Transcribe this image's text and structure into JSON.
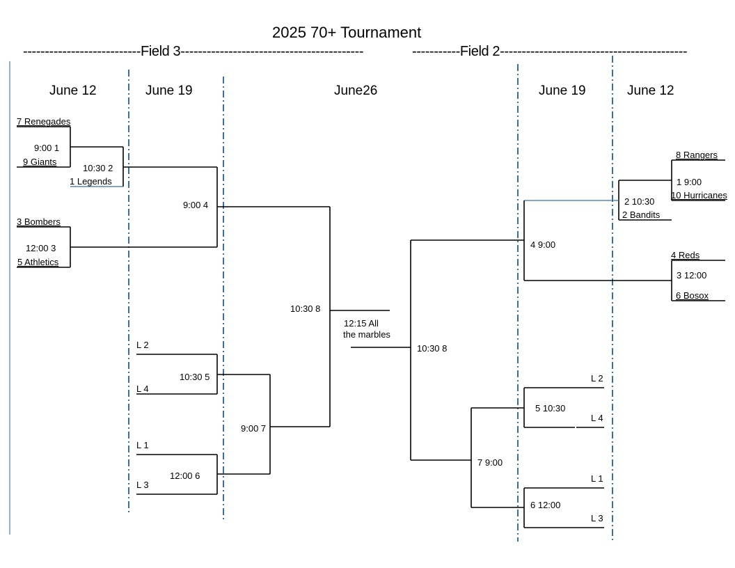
{
  "title": "2025 70+ Tournament",
  "fields": {
    "left": "---------------------------Field 3------------------------------------------",
    "right": "-----------Field 2-------------------------------------------"
  },
  "days": {
    "d1": "June 12",
    "d2": "June 19",
    "d3": "June26",
    "d4": "June 19",
    "d5": "June 12"
  },
  "field3": {
    "teams": {
      "t1": "7 Renegades",
      "t2": "9 Giants",
      "t3": "1 Legends",
      "t4": "3 Bombers",
      "t5": "5 Athletics"
    },
    "games": {
      "g1": "9:00 1",
      "g2": "10:30 2",
      "g3": "12:00 3",
      "g4": "9:00 4",
      "g5": "10:30 5",
      "g6": "12:00  6",
      "g7": "9:00 7",
      "g8": "10:30 8"
    },
    "losers": {
      "l1": "L 2",
      "l2": "L 4",
      "l3": "L 1",
      "l4": "L 3"
    }
  },
  "final": {
    "line1": "12:15 All",
    "line2": "the marbles"
  },
  "field2": {
    "teams": {
      "t1": "8 Rangers",
      "t2": "10 Hurricanes",
      "t3": "2 Bandits",
      "t4": "4 Reds",
      "t5": "6 Bosox"
    },
    "games": {
      "g1": "1 9:00",
      "g2": "2 10:30",
      "g3": "3 12:00",
      "g4": "4 9:00",
      "g5": "5 10:30",
      "g6": "6 12:00",
      "g7": "7 9:00",
      "g8": "10:30 8"
    },
    "losers": {
      "l1": "L 2",
      "l2": "L 4",
      "l3": "L 1",
      "l4": "L 3"
    }
  }
}
